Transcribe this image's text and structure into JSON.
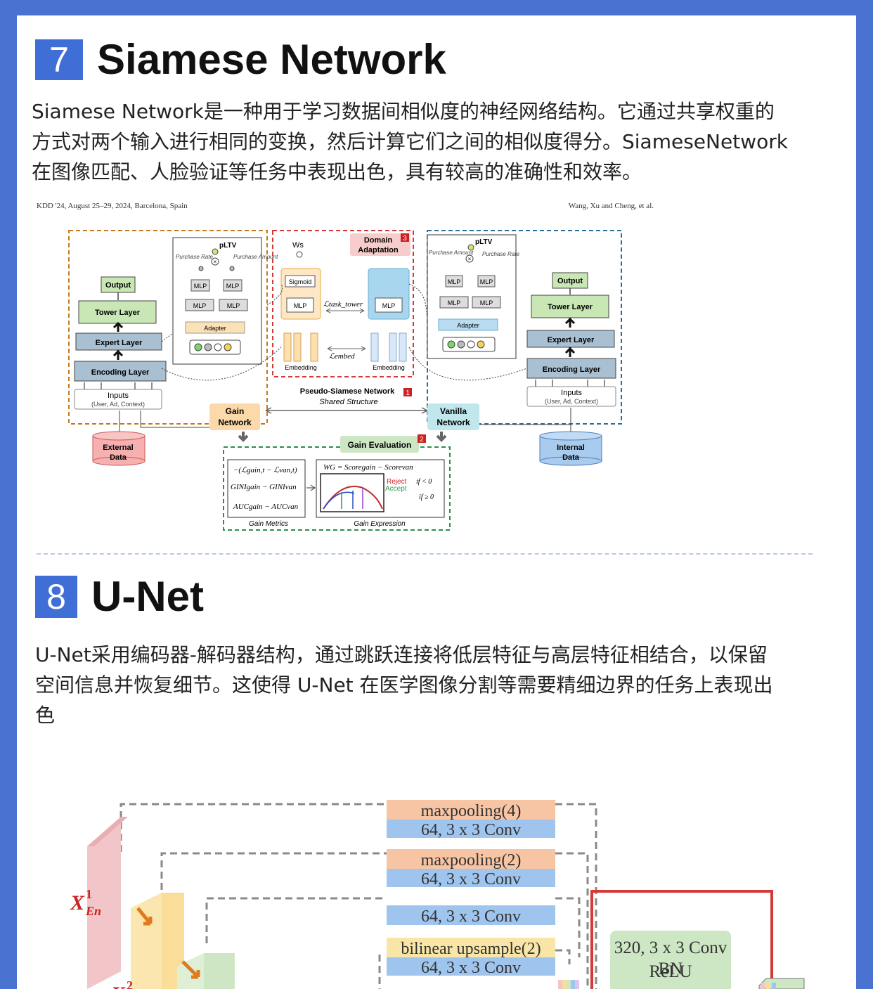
{
  "section7": {
    "number": "7",
    "title": "Siamese Network",
    "lines": [
      "Siamese Network是一种用于学习数据间相似度的神经网络结构。它通过共享权重的",
      "方式对两个输入进行相同的变换，然后计算它们之间的相似度得分。SiameseNetwork",
      "在图像匹配、人脸验证等任务中表现出色，具有较高的准确性和效率。"
    ]
  },
  "figure1": {
    "header_left": "KDD '24, August 25–29, 2024, Barcelona, Spain",
    "header_right": "Wang, Xu and Cheng, et al.",
    "left_tower": {
      "output": "Output",
      "tower": "Tower Layer",
      "expert": "Expert Layer",
      "encoding": "Encoding Layer",
      "inputs": "Inputs",
      "inputs_sub": "(User, Ad, Context)"
    },
    "right_tower": {
      "output": "Output",
      "tower": "Tower Layer",
      "expert": "Expert Layer",
      "encoding": "Encoding Layer",
      "inputs": "Inputs",
      "inputs_sub": "(User, Ad, Context)"
    },
    "left_detail": {
      "pltv": "pLTV",
      "rate": "Purchase Rate",
      "amount": "Purchase Amount",
      "mlp": "MLP",
      "adapter": "Adapter"
    },
    "right_detail": {
      "pltv": "pLTV",
      "amount": "Purchase Amount",
      "rate": "Purchase Rate",
      "mlp": "MLP",
      "adapter": "Adapter"
    },
    "domain": {
      "title1": "Domain",
      "title2": "Adaptation",
      "badge": "3",
      "ws": "Ws",
      "sigmoid": "Sigmoid",
      "mlp": "MLP",
      "loss_task": "ℒtask_tower",
      "loss_embed": "ℒembed",
      "embedding": "Embedding"
    },
    "pseudo": {
      "title": "Pseudo-Siamese Network",
      "badge": "1",
      "subtitle": "Shared Structure"
    },
    "gain_network": [
      "Gain",
      "Network"
    ],
    "vanilla_network": [
      "Vanilla",
      "Network"
    ],
    "external_data": [
      "External",
      "Data"
    ],
    "internal_data": [
      "Internal",
      "Data"
    ],
    "gain_eval": {
      "title": "Gain Evaluation",
      "badge": "2",
      "m1": "−(ℒgain,t − ℒvan,t)",
      "m2": "GINIgain − GINIvan",
      "m3": "AUCgain − AUCvan",
      "metrics_label": "Gain Metrics",
      "formula": "WG = Scoregain − Scorevan",
      "reject": "Reject",
      "accept": "Accept",
      "cond1": "if < 0",
      "cond2": "if ≥ 0",
      "expr_label": "Gain Expression"
    }
  },
  "section8": {
    "number": "8",
    "title": "U-Net",
    "lines": [
      "U-Net采用编码器-解码器结构，通过跳跃连接将低层特征与高层特征相结合，以保留",
      "空间信息并恢复细节。这使得 U-Net 在医学图像分割等需要精细边界的任务上表现出",
      "色"
    ]
  },
  "figure2": {
    "maxpool4": "maxpooling(4)",
    "maxpool2": "maxpooling(2)",
    "bilinear": "bilinear upsample(2)",
    "conv64": "64, 3 x 3 Conv",
    "conv320": "320, 3 x 3 Conv",
    "bn": "BN",
    "relu": "ReLU",
    "x1_sym": "X",
    "x1_sup": "1",
    "x1_sub": "En",
    "x2_sym": "X",
    "x2_sup": "2"
  }
}
